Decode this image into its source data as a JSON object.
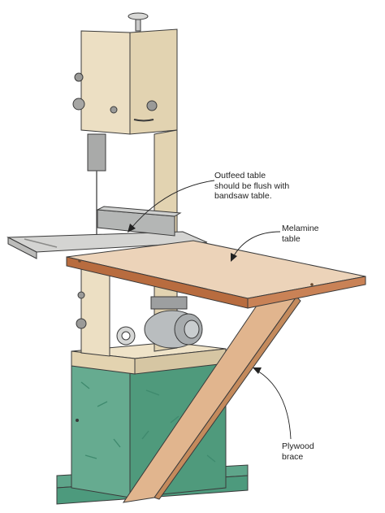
{
  "labels": {
    "outfeed": "Outfeed table\nshould be flush with\nbandsaw table.",
    "melamine": "Melamine\ntable",
    "plywood": "Plywood\nbrace"
  },
  "colors": {
    "frame": "#ecdfc3",
    "frame_shade": "#d6c6a3",
    "cabinet": "#5ea58a",
    "cabinet_dark": "#3f8a6e",
    "table_top": "#ecd3b9",
    "table_edge": "#b86c3f",
    "brace": "#e1b58e",
    "brace_edge": "#c48a5c",
    "bandsaw_table": "#d4d4d2",
    "motor": "#b9bdbf",
    "fence": "#b4b6b5",
    "line": "#3a3a3a"
  }
}
